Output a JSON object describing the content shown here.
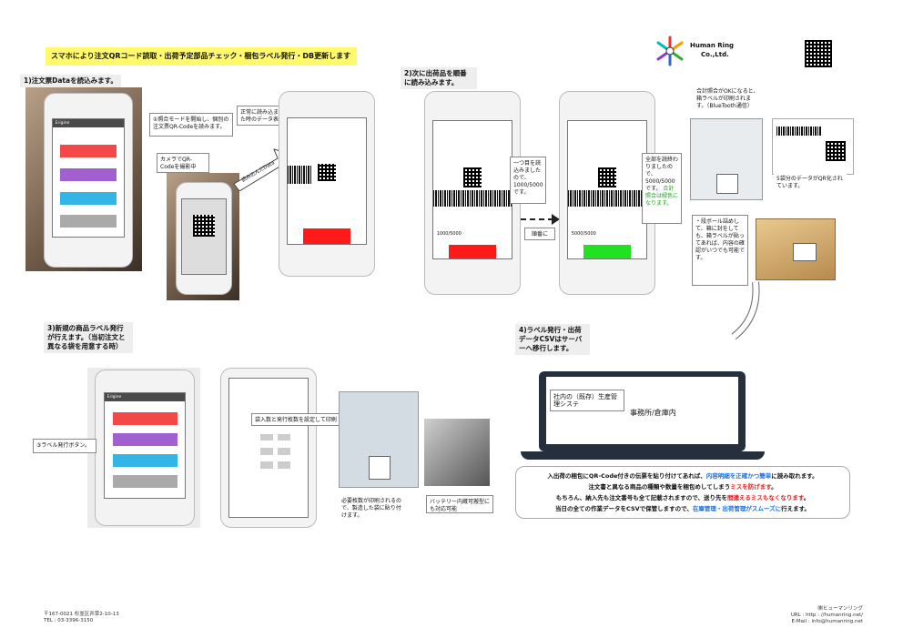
{
  "title": "スマホにより注文QRコード読取・出荷予定部品チェック・梱包ラベル発行・DB更新します",
  "logo": {
    "company_line1": "Human Ring",
    "company_line2": "Co.,Ltd."
  },
  "step1": {
    "label": "1)注文票Dataを読込みます。",
    "callout_start": "①照合モードを開始し、個別の注文票QR-Codeを読みます。",
    "callout_camera": "カメラでQR-Codeを撮影中",
    "callout_display": "正常に読み込まれた時のデータ表示",
    "arrow_text": "読み込んだData",
    "app_title": "Erigine"
  },
  "step2": {
    "label": "2)次に出荷品を順番に読み込みます。",
    "callout_first": "一つ目を読込みましたので、1000/5000です。",
    "callout_complete_1": "全部を読終わりましたので、5000/5000です。",
    "callout_complete_2": "合計照合は緑色になります。",
    "junban": "順番に",
    "count_partial": "1000/5000",
    "count_full": "5000/5000"
  },
  "printer_section": {
    "callout_ok": "合計照合がOKになると、箱ラベルが印刷されます。（BlueTooth通信）",
    "callout_qr": "5袋分のデータがQR化されています。",
    "callout_box": "・段ボール詰めして、箱に封をしても、箱ラベルが貼ってあれば、内容の確認がいつでも可能です。"
  },
  "step3": {
    "label": "3)新規の商品ラベル発行が行えます。（当初注文と異なる袋を用意する時）",
    "callout_button": "③ラベル発行ボタン。",
    "callout_input": "袋入数と発行枚数を設定して印刷",
    "callout_print": "必要枚数が印刷されるので、製造した袋に貼り付けます。",
    "callout_battery": "バッテリー内蔵可搬型にも対応可能"
  },
  "step4": {
    "label": "4)ラベル発行・出荷データCSVはサーバーへ移行します。",
    "system_name": "社内の（既存）生産管理システ",
    "location": "事務所/倉庫内"
  },
  "summary": {
    "line1_a": "入出荷の梱包にQR-Code付きの伝票を貼り付けてあれば、",
    "line1_b": "内容明細を正確かつ簡単",
    "line1_c": "に読み取れます。",
    "line2_a": "注文書と異なる商品の種類や数量を梱包めしてしまう",
    "line2_b": "ミスを防げます",
    "line2_c": "。",
    "line3_a": "もちろん、納入先も注文番号も全て記載されますので、送り先を",
    "line3_b": "間違えるミスもなくなります",
    "line3_c": "。",
    "line4_a": "当日の全ての作業データをCSVで保管しますので、",
    "line4_b": "在庫管理・出荷管理がスムーズに",
    "line4_c": "行えます。"
  },
  "footer": {
    "address": "〒167-0021 杉並区井草2-10-13",
    "tel": "TEL : 03-3396-3150",
    "company": "㈱ヒューマンリング",
    "url": "URL : http : //humanring.net/",
    "email": "E-Mail : info@humanring.net"
  },
  "colors": {
    "title_bg": "#fff96b",
    "menu_red": "#f44747",
    "menu_purple": "#a25fd0",
    "menu_blue": "#33b5e5",
    "menu_gray": "#aaaaaa",
    "status_red": "#ff1a1a",
    "status_green": "#22e022",
    "highlight_blue": "#1e6fd9",
    "highlight_red": "#e02020",
    "laptop": "#25303c"
  }
}
